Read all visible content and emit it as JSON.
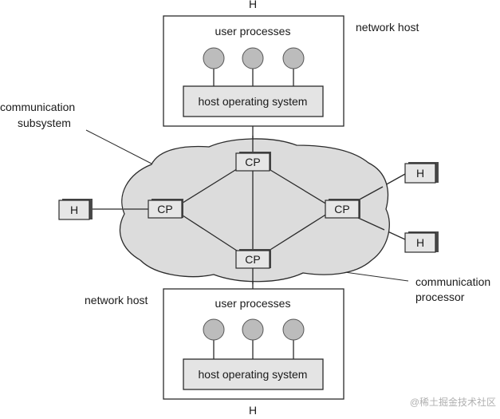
{
  "diagram": {
    "top_host": {
      "host_label": "H",
      "role_label": "network host",
      "processes_label": "user processes",
      "os_label": "host operating system"
    },
    "bottom_host": {
      "host_label": "H",
      "role_label": "network host",
      "processes_label": "user processes",
      "os_label": "host operating system"
    },
    "subsystem_label": [
      "communication",
      "subsystem"
    ],
    "processor_label": [
      "communication",
      "processor"
    ],
    "cp_label": "CP",
    "peripheral_host_label": "H",
    "watermark": "@稀土掘金技术社区",
    "colors": {
      "cloud_fill": "#dcdcdc",
      "box_fill": "#e4e4e4",
      "process_fill": "#bcbcbc",
      "stroke": "#2b2b2b"
    }
  }
}
